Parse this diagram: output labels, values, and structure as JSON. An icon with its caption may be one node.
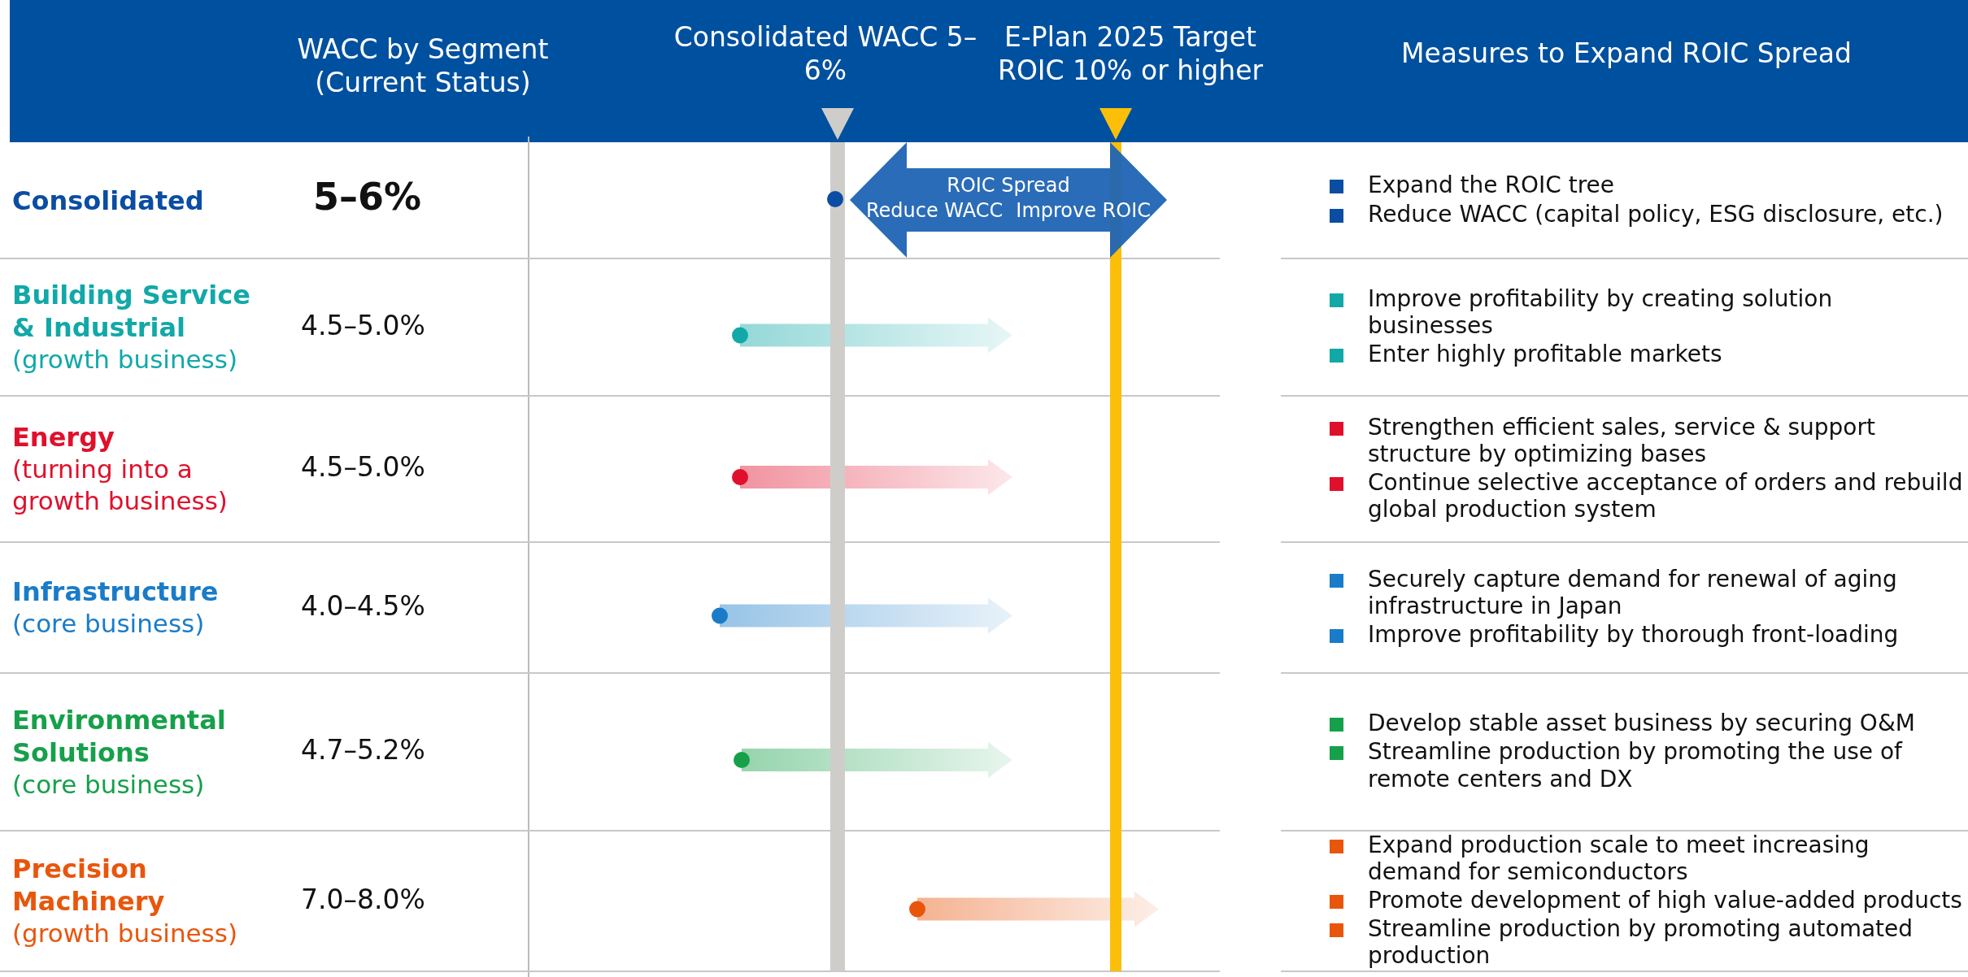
{
  "diagram": {
    "nodes": [
      {
        "text": [
          "ROIC Spread",
          "Reduce WACC",
          "Improve ROIC"
        ]
      }
    ],
    "labels": [
      "WACC by Segment (Current Status)",
      "Consolidated WACC 5–6%",
      "E-Plan 2025 Target ROIC 10% or higher",
      "Measures to Expand ROIC Spread",
      "Consolidated",
      "5–6%",
      "Expand the ROIC tree",
      "Reduce WACC (capital policy, ESG disclosure, etc.)",
      "Building Service & Industrial",
      "(growth business)",
      "4.5–5.0%",
      "Improve profitability by creating solution businesses",
      "Enter highly profitable markets",
      "Energy",
      "(turning into a growth business)",
      "4.5–5.0%",
      "Strengthen efficient sales, service & support structure by optimizing bases",
      "Continue selective acceptance of orders and rebuild global production system",
      "Infrastructure",
      "(core business)",
      "4.0–4.5%",
      "Securely capture demand for renewal of aging infrastructure in Japan",
      "Improve profitability by thorough front-loading",
      "Environmental Solutions",
      "(core business)",
      "4.7–5.2%",
      "Develop stable asset business by securing O&M",
      "Streamline production by promoting the use of remote centers and DX",
      "Precision Machinery",
      "(growth business)",
      "7.0–8.0%",
      "Expand production scale to meet increasing demand for semiconductors",
      "Promote development of high value-added products",
      "Streamline production by promoting automated production"
    ]
  }
}
